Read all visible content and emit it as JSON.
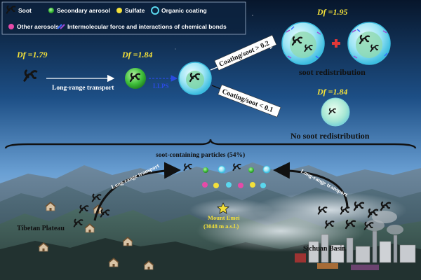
{
  "legend": {
    "soot": "Soot",
    "secondary": "Secondary aerosol",
    "sulfate": "Sulfate",
    "organic": "Organic coating",
    "other": "Other aerosols",
    "interaction": "Intermolecular force and interactions of chemical bonds"
  },
  "process": {
    "df_initial": "1.79",
    "df_coated": "1.84",
    "df_redistributed": "1.95",
    "df_no_redistribution": "1.84",
    "df_prefix": "Df",
    "long_range_transport": "Long-range transport",
    "llps": "LLPS",
    "coating_high": "Coating/soot > 0.2",
    "coating_low": "Coating/soot < 0.1",
    "soot_redistribution": "soot redistribution",
    "no_soot_redistribution": "No soot redistribution"
  },
  "landscape": {
    "soot_containing": "soot-containing particles (54%)",
    "transport_left": "Long-range transport",
    "transport_right": "Long-range transport",
    "site_name": "Mount Emei",
    "site_altitude": "(3048 m a.s.l.)",
    "region_left": "Tibetan Plateau",
    "region_right": "Sichuan Basin"
  },
  "colors": {
    "sky_top": "#07162b",
    "sky_bottom": "#4f86c2",
    "df_text": "#f3e03a",
    "coating_blue": "#5ad7ee",
    "secondary_green": "#3fbf3a",
    "sulfate_yellow": "#f3e03a",
    "other_pink": "#e64aa8"
  }
}
